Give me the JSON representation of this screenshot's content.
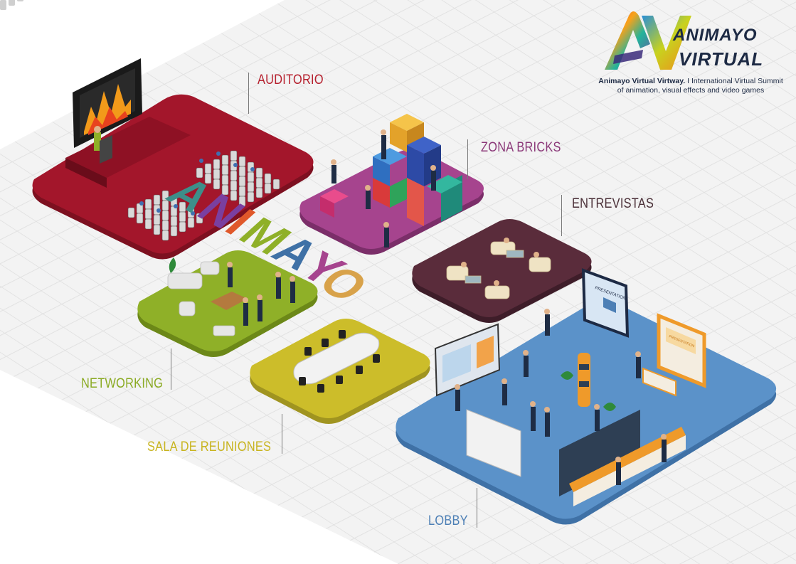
{
  "logo": {
    "word_top": "ANIMAYO",
    "word_bottom": "VIRTUAL",
    "tagline_bold": "Animayo Virtual Virtway.",
    "tagline_rest": " I International Virtual Summit",
    "tagline_line2": "of animation, visual effects and video games"
  },
  "zones": {
    "auditorio": "AUDITORIO",
    "zona_bricks": "ZONA BRICKS",
    "entrevistas": "ENTREVISTAS",
    "networking": "NETWORKING",
    "sala_reuniones": "SALA DE REUNIONES",
    "lobby": "LOBBY"
  },
  "floor_letters": [
    "A",
    "N",
    "I",
    "M",
    "A",
    "Y",
    "O"
  ],
  "booth": {
    "presentation_1": "PRESENTATION",
    "presentation_2": "PRESENTATION"
  },
  "colors": {
    "auditorio": "#a3162b",
    "zona_bricks": "#a6448e",
    "entrevistas": "#5a2c3b",
    "networking": "#8fb028",
    "sala_reuniones": "#ccbd2a",
    "lobby": "#5b92c9",
    "label_auditorio": "#b6202e",
    "label_bricks": "#8c3a7a",
    "label_entrevistas": "#4a2f37",
    "label_networking": "#8aaa22",
    "label_reuniones": "#c8b41f",
    "label_lobby": "#4c7fb5"
  }
}
